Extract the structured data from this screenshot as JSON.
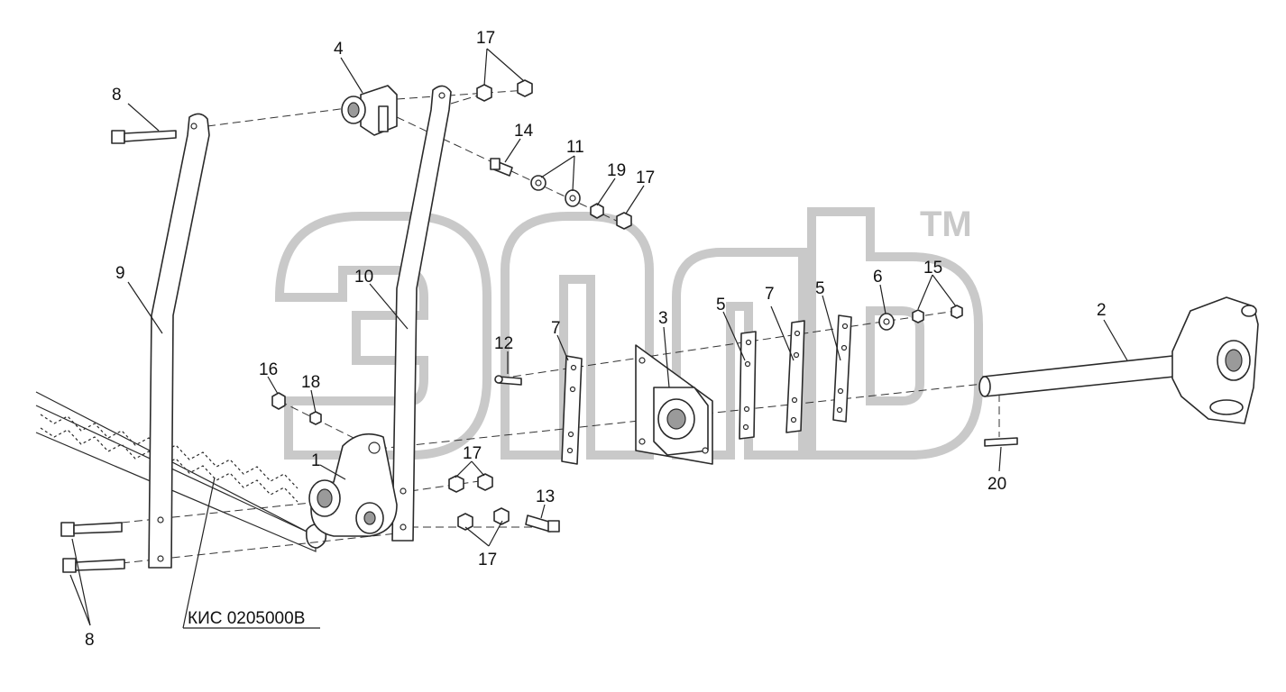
{
  "watermark": {
    "trademark": "TM"
  },
  "labels": {
    "l1": "1",
    "l2": "2",
    "l3": "3",
    "l4": "4",
    "l5a": "5",
    "l5b": "5",
    "l6": "6",
    "l7a": "7",
    "l7b": "7",
    "l8a": "8",
    "l8b": "8",
    "l9": "9",
    "l10": "10",
    "l11": "11",
    "l12": "12",
    "l13": "13",
    "l14": "14",
    "l15": "15",
    "l16": "16",
    "l17a": "17",
    "l17b": "17",
    "l17c": "17",
    "l17d": "17",
    "l18": "18",
    "l19": "19",
    "l20": "20"
  },
  "reference": {
    "code": "КИС 0205000В"
  }
}
